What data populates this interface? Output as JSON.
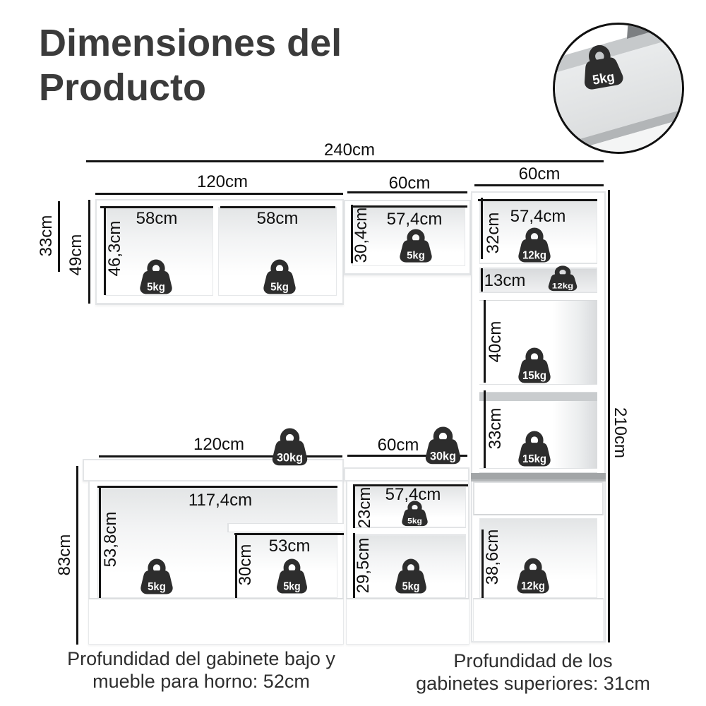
{
  "title": {
    "text": "Dimensiones del Producto"
  },
  "inset": {
    "weight_label": "5kg"
  },
  "dims": {
    "total_w": "240cm",
    "uw_left": "120cm",
    "uw_mid": "60cm",
    "uw_tall": "60cm",
    "ul_c1": "58cm",
    "ul_c2": "58cm",
    "ul_d": "33cm",
    "ul_h": "49cm",
    "ul_inner_h": "46,3cm",
    "um_h": "30,4cm",
    "um_w": "57,4cm",
    "tt_w": "57,4cm",
    "tt_h": "32cm",
    "t_shelf_h": "13cm",
    "tm_h": "40cm",
    "tl_h": "33cm",
    "total_h": "210cm",
    "bw_left": "120cm",
    "bw_mid": "60cm",
    "bl_w": "117,4cm",
    "bl_inner_h": "53,8cm",
    "bl_oven_w": "53cm",
    "bl_oven_h": "30cm",
    "bl_h": "83cm",
    "bm_top_h": "23cm",
    "bm_w": "57,4cm",
    "bm_low_h": "29,5cm",
    "tb_h": "38,6cm"
  },
  "weights": {
    "inset": "5kg",
    "ul1": "5kg",
    "ul2": "5kg",
    "um": "5kg",
    "tall_top": "12kg",
    "tall_shelf": "12kg",
    "tall_mid": "15kg",
    "tall_low": "15kg",
    "base_left": "30kg",
    "base_mid": "30kg",
    "bl": "5kg",
    "bl_oven": "5kg",
    "bm_top": "5kg",
    "bm_low": "5kg",
    "tall_base": "12kg"
  },
  "captions": {
    "left": {
      "line1": "Profundidad del gabinete bajo y",
      "line2": "mueble para horno: 52cm"
    },
    "right": {
      "line1": "Profundidad de los",
      "line2": "gabinetes superiores: 31cm"
    }
  },
  "colors": {
    "title": "#3b3b3b",
    "line": "#141414",
    "weight_icon": "#2d2d2d",
    "caption": "#2f2f2f"
  }
}
